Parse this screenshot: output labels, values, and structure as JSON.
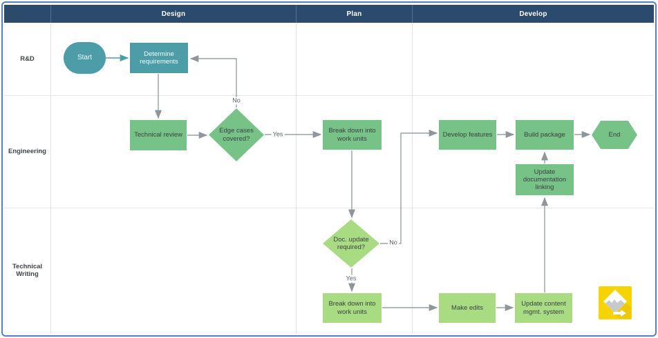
{
  "diagram": {
    "columns": [
      "Design",
      "Plan",
      "Develop"
    ],
    "lanes": [
      "R&D",
      "Engineering",
      "Technical Writing"
    ],
    "nodes": {
      "start": {
        "label": "Start",
        "type": "terminator"
      },
      "determine_requirements": {
        "label": "Determine requirements",
        "type": "process"
      },
      "technical_review": {
        "label": "Technical review",
        "type": "process"
      },
      "edge_cases_covered": {
        "label": "Edge cases covered?",
        "type": "decision"
      },
      "break_down_work_1": {
        "label": "Break down into work units",
        "type": "process"
      },
      "develop_features": {
        "label": "Develop features",
        "type": "process"
      },
      "build_package": {
        "label": "Build package",
        "type": "process"
      },
      "end": {
        "label": "End",
        "type": "terminator"
      },
      "update_doc_linking": {
        "label": "Update documentation linking",
        "type": "process"
      },
      "doc_update_required": {
        "label": "Doc. update required?",
        "type": "decision"
      },
      "break_down_work_2": {
        "label": "Break down into work units",
        "type": "process"
      },
      "make_edits": {
        "label": "Make edits",
        "type": "process"
      },
      "update_content_mgmt": {
        "label": "Update content mgmt. system",
        "type": "process"
      }
    },
    "edge_labels": {
      "edge_cases_no": "No",
      "edge_cases_yes": "Yes",
      "doc_update_no": "No",
      "doc_update_yes": "Yes"
    },
    "edges": [
      {
        "from": "start",
        "to": "determine_requirements",
        "label": ""
      },
      {
        "from": "determine_requirements",
        "to": "technical_review",
        "label": ""
      },
      {
        "from": "technical_review",
        "to": "edge_cases_covered",
        "label": ""
      },
      {
        "from": "edge_cases_covered",
        "to": "determine_requirements",
        "label": "No"
      },
      {
        "from": "edge_cases_covered",
        "to": "break_down_work_1",
        "label": "Yes"
      },
      {
        "from": "break_down_work_1",
        "to": "doc_update_required",
        "label": ""
      },
      {
        "from": "doc_update_required",
        "to": "develop_features",
        "label": "No"
      },
      {
        "from": "doc_update_required",
        "to": "break_down_work_2",
        "label": "Yes"
      },
      {
        "from": "break_down_work_2",
        "to": "make_edits",
        "label": ""
      },
      {
        "from": "make_edits",
        "to": "update_content_mgmt",
        "label": ""
      },
      {
        "from": "update_content_mgmt",
        "to": "update_doc_linking",
        "label": ""
      },
      {
        "from": "update_doc_linking",
        "to": "build_package",
        "label": ""
      },
      {
        "from": "develop_features",
        "to": "build_package",
        "label": ""
      },
      {
        "from": "build_package",
        "to": "end",
        "label": ""
      }
    ],
    "colors": {
      "header_bg": "#2b4a6c",
      "teal_shape": "#4d9da8",
      "green_shape": "#77c287",
      "light_green_shape": "#a9db82",
      "connector_gray": "#999fa4",
      "frame_blue": "#4e7fc9",
      "logo_yellow": "#f5d402"
    }
  }
}
